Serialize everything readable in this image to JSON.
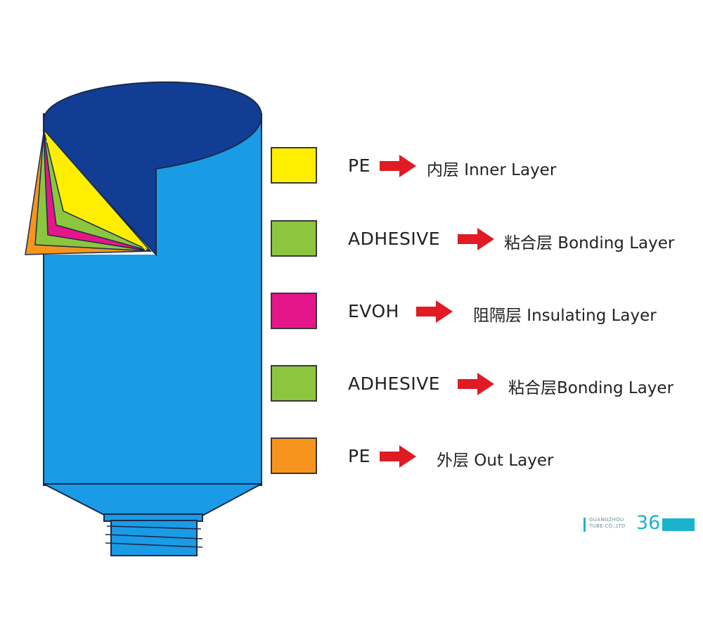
{
  "diagram": {
    "colors": {
      "tube_body": "#1a9be6",
      "cap_top": "#123d94",
      "thread": "#1a9be6",
      "outline": "#1a2a4a"
    },
    "layers": [
      {
        "swatch_color": "#ffee00",
        "material": "PE",
        "name": "内层 Inner Layer"
      },
      {
        "swatch_color": "#8cc63f",
        "material": "ADHESIVE",
        "name": "粘合层 Bonding Layer"
      },
      {
        "swatch_color": "#e5168a",
        "material": "EVOH",
        "name": "阻隔层 Insulating Layer"
      },
      {
        "swatch_color": "#8cc63f",
        "material": "ADHESIVE",
        "name": "粘合层Bonding Layer"
      },
      {
        "swatch_color": "#f7941d",
        "material": "PE",
        "name": "外层 Out Layer"
      }
    ],
    "arrow_color": "#e01b24"
  },
  "footer": {
    "publisher_line1": "GUANGZHOU",
    "publisher_line2": "TUBE CO.,LTD",
    "page_number": "36",
    "accent_color": "#19b3cc"
  }
}
